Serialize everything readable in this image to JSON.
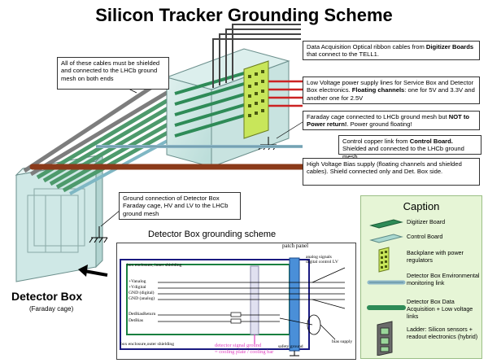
{
  "title": "Silicon Tracker Grounding Scheme",
  "notes": {
    "shielded_cables": "All of these cables must be shielded and connected to the LHCb ground mesh on both ends",
    "daq_prefix": "Data Acquisition Optical ribbon cables from ",
    "daq_bold": "Digitizer Boards",
    "daq_suffix": " that connect to the TELL1.",
    "lv_prefix": "Low Voltage power supply lines for Service Box and Detector Box electronics. ",
    "lv_bold": "Floating channels",
    "lv_suffix": ": one for 5V and 3.3V and another one for 2.5V",
    "faraday_prefix": "Faraday cage connected to LHCb ground mesh but ",
    "faraday_bold": "NOT to Power return!",
    "faraday_suffix": ". Power ground floating!",
    "control_prefix": "Control copper link from ",
    "control_bold": "Control Board.",
    "control_suffix": " Shielded and connected to the LHCb ground mesh.",
    "hv": "High Voltage Bias supply (floating channels and shielded cables). Shield connected only and Det. Box side.",
    "ground_connection": "Ground connection of Detector Box Faraday cage, HV and LV to the LHCb ground mesh"
  },
  "detector_box": {
    "label": "Detector Box",
    "sublabel": "(Faraday cage)"
  },
  "inset": {
    "title": "Detector Box grounding scheme",
    "patch_panel": "patch panel",
    "box_inner": "box enclosure, inner shielding",
    "box_outer": "box enclosure,outer shielding",
    "signals": [
      "+Vanalog",
      "+Vdigital",
      "GND (digital)",
      "GND (analog)"
    ],
    "bias_labels": [
      "DetBiasReturn",
      "DetBias"
    ],
    "safety_ground": "safety ground",
    "analog_signals": "analog signals digital control LV",
    "bias_supply": "bias supply",
    "signal_ground_line1": "detector signal ground",
    "signal_ground_line2": "= cooling plate / cooling bar"
  },
  "caption": {
    "title": "Caption",
    "items": [
      {
        "label": "Digitizer Board",
        "icon": "digitizer-board-icon"
      },
      {
        "label": "Control Board",
        "icon": "control-board-icon"
      },
      {
        "label": "Backplane with power regulators",
        "icon": "backplane-icon"
      },
      {
        "label": "Detector Box Environmental monitoring link",
        "icon": "monitoring-link-icon"
      },
      {
        "label": "Detector Box Data Acquisition + Low voltage links",
        "icon": "daq-link-icon"
      },
      {
        "label": "Ladder: Silicon sensors + readout electronics (hybrid)",
        "icon": "ladder-icon"
      }
    ]
  },
  "colors": {
    "digitizer": "#2e8b57",
    "control": "#a9d8d0",
    "backplane": "#c8e65a",
    "hv_cable": "#8b3a1a",
    "lv_cable": "#cc2222",
    "caption_bg": "#e6f5d6",
    "signal_ground": "#e040c0"
  }
}
